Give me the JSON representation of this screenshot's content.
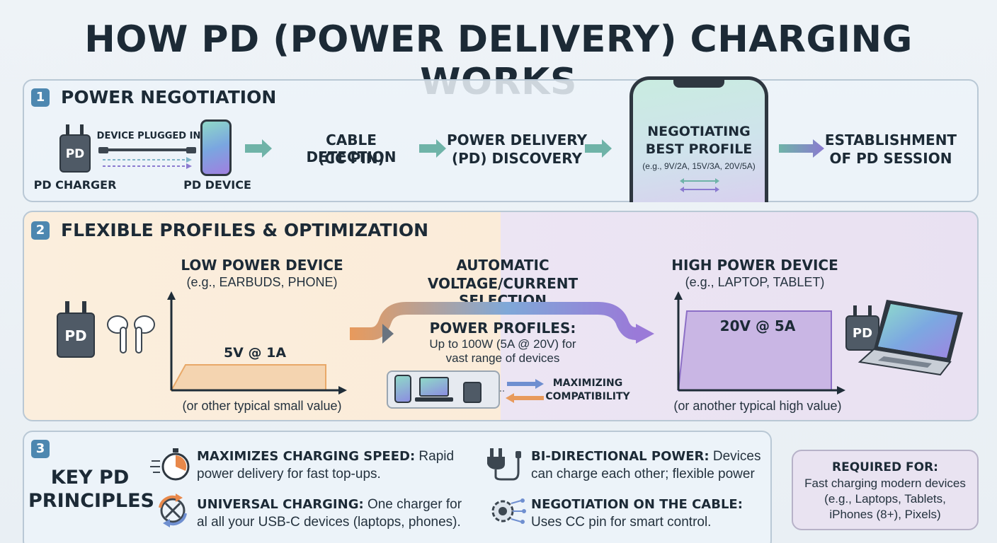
{
  "title": "HOW PD (POWER DELIVERY) CHARGING WORKS",
  "section1": {
    "number": "1",
    "title": "POWER NEGOTIATION",
    "charger_label": "PD CHARGER",
    "charger_badge": "PD",
    "plugged_label": "DEVICE PLUGGED IN",
    "device_label": "PD DEVICE",
    "step_cable_line1": "CABLE DETECTION",
    "step_cable_line2": "(CC PIN)",
    "step_discovery_line1": "POWER DELIVERY",
    "step_discovery_line2": "(PD) DISCOVERY",
    "negotiating_line1": "NEGOTIATING",
    "negotiating_line2": "BEST PROFILE",
    "negotiating_examples": "(e.g., 9V/2A, 15V/3A, 20V/5A)",
    "establish_line1": "ESTABLISHMENT",
    "establish_line2": "OF PD SESSION"
  },
  "section2": {
    "number": "2",
    "title": "FLEXIBLE PROFILES & OPTIMIZATION",
    "low_title": "LOW POWER DEVICE",
    "low_sub": "(e.g., EARBUDS, PHONE)",
    "low_value": "5V @ 1A",
    "low_note": "(or other typical small value)",
    "charger_badge": "PD",
    "auto_line1": "AUTOMATIC",
    "auto_line2": "VOLTAGE/CURRENT SELECTION",
    "profiles_title": "POWER PROFILES:",
    "profiles_line1": "Up to 100W (5A @ 20V) for",
    "profiles_line2": "vast range of devices",
    "compat_line1": "MAXIMIZING",
    "compat_line2": "COMPATIBILITY",
    "high_title": "HIGH POWER DEVICE",
    "high_sub": "(e.g., LAPTOP, TABLET)",
    "high_value": "20V @ 5A",
    "high_note": "(or another typical high value)"
  },
  "section3": {
    "number": "3",
    "heading_line1": "KEY PD",
    "heading_line2": "PRINCIPLES",
    "p1_title": "MAXIMIZES CHARGING SPEED:",
    "p1_text_a": "Rapid",
    "p1_text_b": "power delivery for fast top-ups.",
    "p2_title": "UNIVERSAL CHARGING:",
    "p2_text_a": "One charger for",
    "p2_text_b": "al all your USB-C devices (laptops, phones).",
    "p3_title": "BI-DIRECTIONAL POWER:",
    "p3_text_a": "Devices",
    "p3_text_b": "can charge each other; flexible power",
    "p4_title": "NEGOTIATION ON THE CABLE:",
    "p4_text_a": "Uses CC pin for smart control."
  },
  "required": {
    "title": "REQUIRED FOR:",
    "line1": "Fast charging modern devices",
    "line2": "(e.g., Laptops, Tablets,",
    "line3": "iPhones (8+), Pixels)"
  },
  "icons": {
    "stopwatch": "stopwatch-icon",
    "universal": "universal-charging-icon",
    "plug": "power-plug-icon",
    "gear": "gear-circuit-icon"
  },
  "colors": {
    "accent_blue": "#4d87b0",
    "low_fill": "#f4d4b0",
    "high_fill": "#c9b6e4",
    "arrow_teal": "#6fb3a8",
    "arrow_purple": "#8b7ad0"
  }
}
